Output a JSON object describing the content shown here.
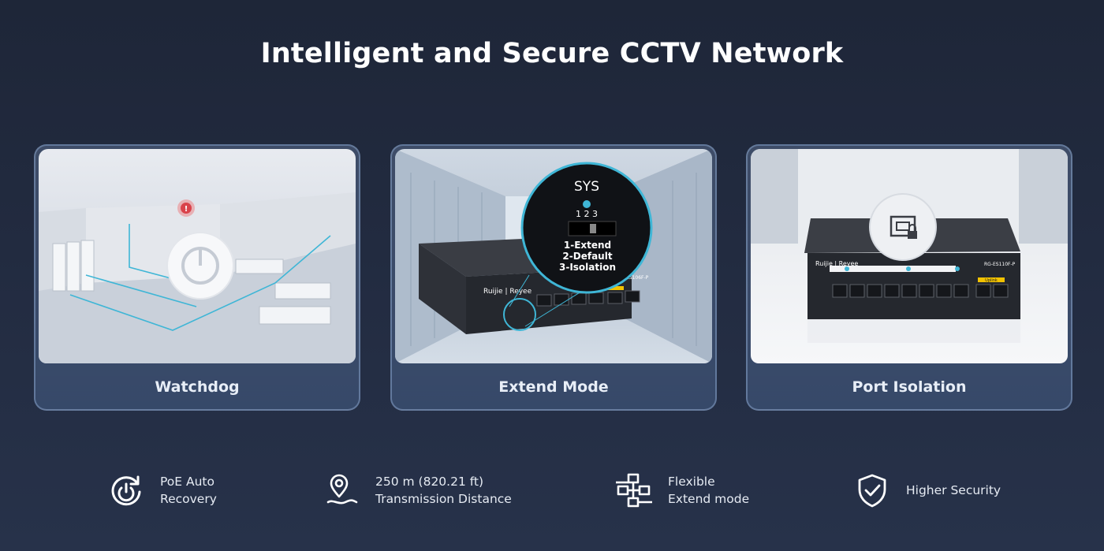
{
  "title": "Intelligent and Secure CCTV Network",
  "cards": [
    {
      "label": "Watchdog"
    },
    {
      "label": "Extend Mode",
      "callout": {
        "sys": "SYS",
        "ports": "1 2 3",
        "line1": "1-Extend",
        "line2": "2-Default",
        "line3": "3-Isolation"
      },
      "brand": "Ruijie | Reyee",
      "model": "RG-ES106F-P"
    },
    {
      "label": "Port Isolation",
      "brand": "Ruijie | Reyee",
      "model": "RG-ES110F-P",
      "uplink": "Uplink"
    }
  ],
  "features": [
    {
      "icon": "power-cycle-icon",
      "line1": "PoE Auto",
      "line2": "Recovery"
    },
    {
      "icon": "location-pin-icon",
      "line1": "250 m (820.21 ft)",
      "line2": "Transmission Distance"
    },
    {
      "icon": "network-extend-icon",
      "line1": "Flexible",
      "line2": "Extend mode"
    },
    {
      "icon": "shield-check-icon",
      "line1": "Higher Security",
      "line2": ""
    }
  ],
  "colors": {
    "accent": "#3fb6d6",
    "background": "#222b40",
    "alert": "#d9434b",
    "uplink": "#f2c200"
  }
}
